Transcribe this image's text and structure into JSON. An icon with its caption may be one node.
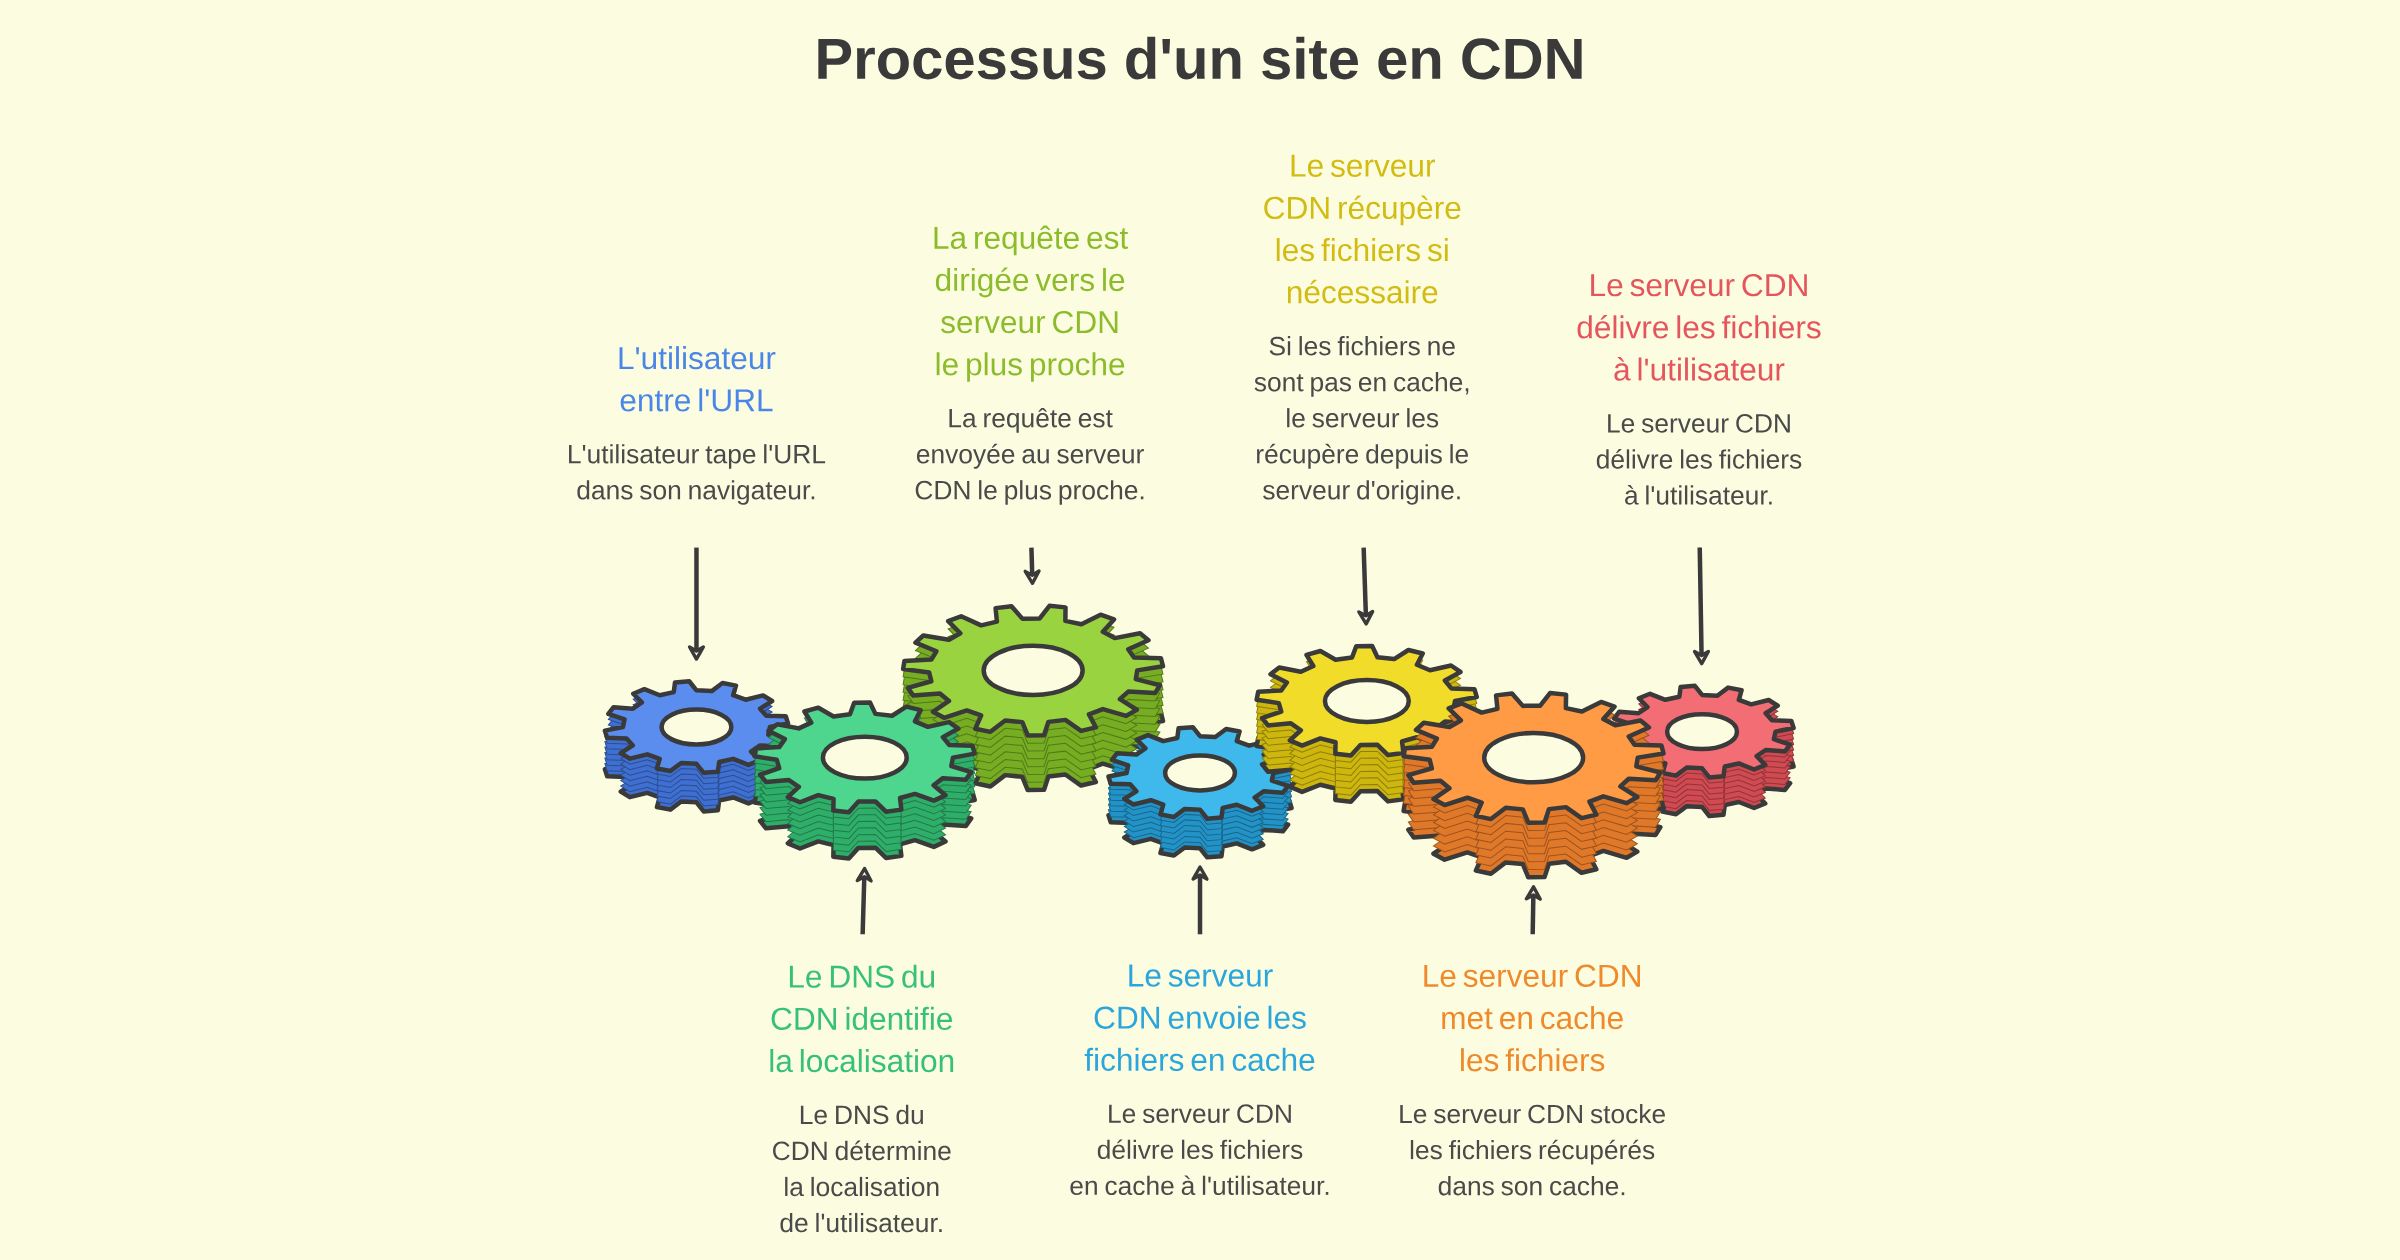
{
  "diagram": {
    "title": "Processus d'un site en CDN",
    "nodes": [
      {
        "text": [
          "L'utilisateur entre l'URL",
          "L'utilisateur tape l'URL dans son navigateur."
        ]
      },
      {
        "text": [
          "Le DNS du CDN identifie la localisation",
          "Le DNS du CDN détermine la localisation de l'utilisateur."
        ]
      },
      {
        "text": [
          "La requête est dirigée vers le serveur CDN le plus proche",
          "La requête est envoyée au serveur CDN le plus proche."
        ]
      },
      {
        "text": [
          "Le serveur CDN envoie les fichiers en cache",
          "Le serveur CDN délivre les fichiers en cache à l'utilisateur."
        ]
      },
      {
        "text": [
          "Le serveur CDN récupère les fichiers si nécessaire",
          "Si les fichiers ne sont pas en cache, le serveur les récupère depuis le serveur d'origine."
        ]
      },
      {
        "text": [
          "Le serveur CDN met en cache les fichiers",
          "Le serveur CDN stocke les fichiers récupérés dans son cache."
        ]
      },
      {
        "text": [
          "Le serveur CDN délivre les fichiers à l'utilisateur",
          "Le serveur CDN délivre les fichiers à l'utilisateur."
        ]
      },
      {
        "text": [],
        "shape": "gear"
      },
      {
        "text": [],
        "shape": "gear"
      },
      {
        "text": [],
        "shape": "gear"
      },
      {
        "text": [],
        "shape": "gear"
      },
      {
        "text": [],
        "shape": "gear"
      },
      {
        "text": [],
        "shape": "gear"
      },
      {
        "text": [],
        "shape": "gear"
      }
    ],
    "edges": [
      {
        "from": 0,
        "to": 7,
        "arrow": "to"
      },
      {
        "from": 1,
        "to": 8,
        "arrow": "to"
      },
      {
        "from": 2,
        "to": 9,
        "arrow": "to"
      },
      {
        "from": 3,
        "to": 10,
        "arrow": "to"
      },
      {
        "from": 4,
        "to": 11,
        "arrow": "to"
      },
      {
        "from": 5,
        "to": 12,
        "arrow": "to"
      },
      {
        "from": 6,
        "to": 13,
        "arrow": "to"
      }
    ]
  }
}
